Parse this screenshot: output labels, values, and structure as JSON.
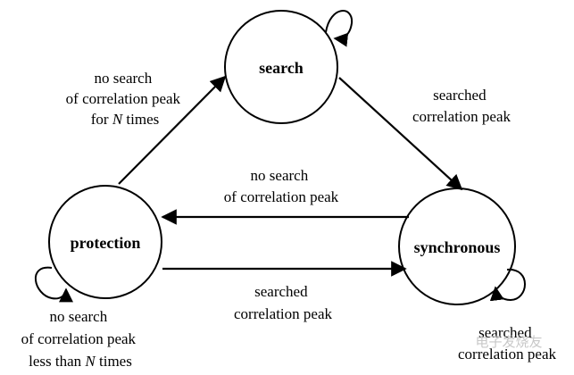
{
  "diagram": {
    "states": {
      "search": "search",
      "protection": "protection",
      "synchronous": "synchronous"
    },
    "edges": {
      "protection_to_search": [
        "no search",
        "of correlation peak",
        "for ",
        "N",
        " times"
      ],
      "search_to_synchronous": [
        "searched",
        "correlation peak"
      ],
      "synchronous_to_protection": [
        "no search",
        "of correlation peak"
      ],
      "protection_to_synchronous": [
        "searched",
        "correlation peak"
      ],
      "protection_self": [
        "no search",
        "of correlation peak",
        "less than ",
        "N",
        " times"
      ],
      "synchronous_self": [
        "searched",
        "correlation peak"
      ]
    },
    "watermark": "电子发烧友"
  }
}
